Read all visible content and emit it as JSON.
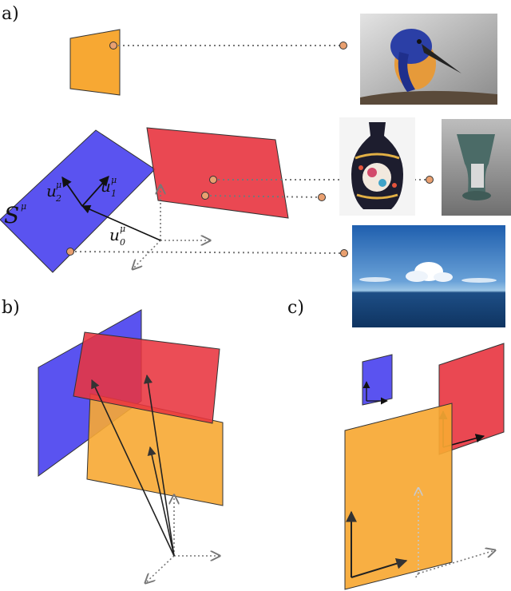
{
  "panels": {
    "a_label": "a)",
    "b_label": "b)",
    "c_label": "c)"
  },
  "labels": {
    "subspace": "S",
    "subspace_sup": "μ",
    "u0": "u",
    "u0_sub": "0",
    "u0_sup": "μ",
    "u1": "u",
    "u1_sub": "1",
    "u1_sup": "μ",
    "u2": "u",
    "u2_sub": "2",
    "u2_sup": "μ"
  },
  "photos": {
    "bird": "kingfisher-photo",
    "vase1": "cloisonne-vase-photo",
    "vase2": "metal-vase-photo",
    "sea": "sea-sky-photo"
  },
  "colors": {
    "orange": "#F7A833",
    "red": "#E8343F",
    "blue": "#5A53F0",
    "node": "#E9A070",
    "dotted": "#777777"
  }
}
